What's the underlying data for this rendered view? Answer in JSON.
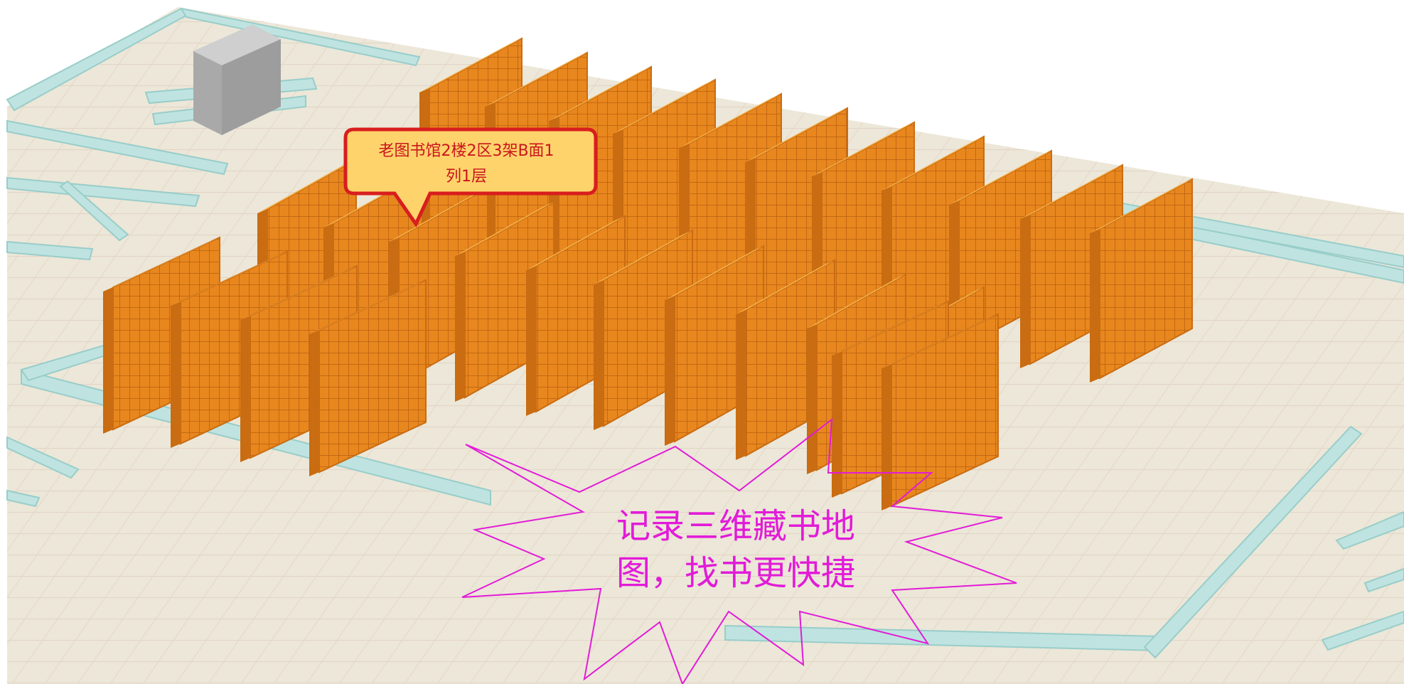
{
  "location_bubble": {
    "line1": "老图书馆2楼2区3架B面1",
    "line2": "列1层"
  },
  "promo_burst": {
    "line1": "记录三维藏书地",
    "line2": "图，找书更快捷"
  },
  "colors": {
    "floor": "#ece7d8",
    "floor_grid": "#e2cfc2",
    "wall": "#bfe3e0",
    "wall_dark": "#98cdca",
    "shelf_face": "#e8871e",
    "shelf_side": "#c96c12",
    "shelf_top": "#f4b049",
    "bubble_fill": "#ffd36b",
    "bubble_border": "#d81e1e",
    "bubble_text": "#c8161d",
    "burst_stroke": "#e21bd8",
    "burst_text": "#e21bd8"
  }
}
